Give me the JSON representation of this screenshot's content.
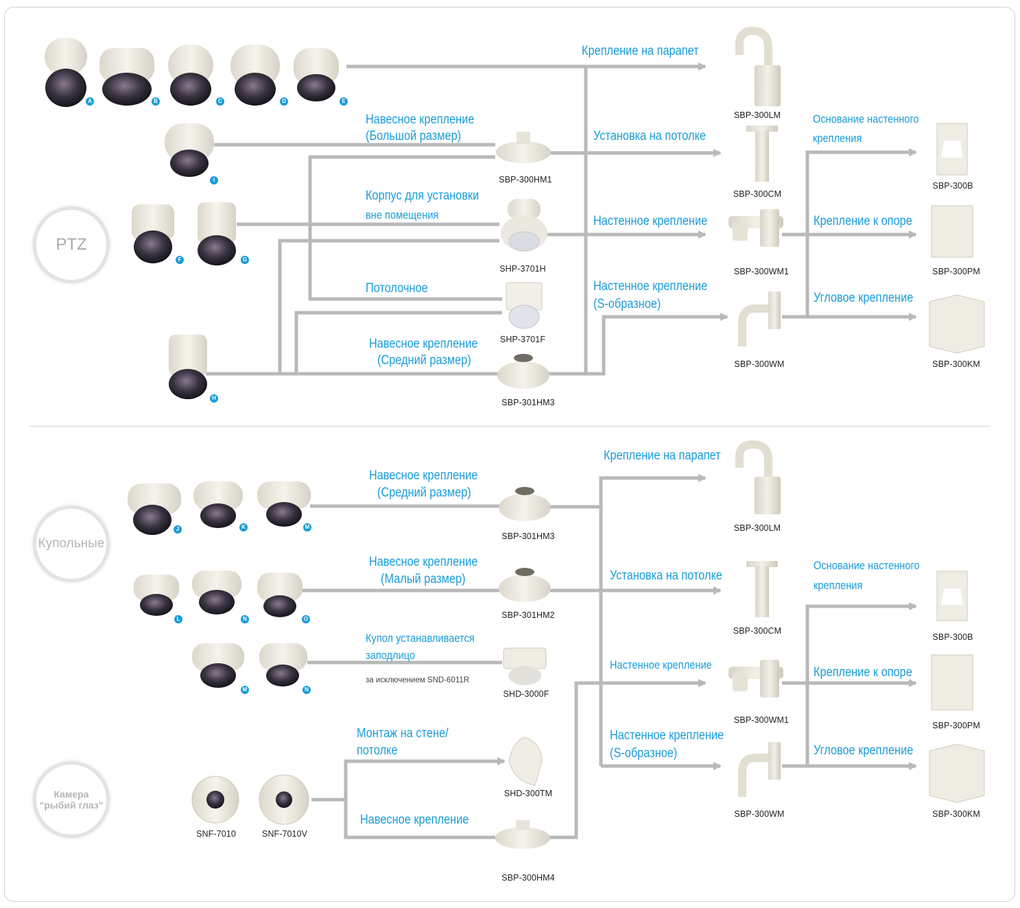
{
  "categories": {
    "ptz": "PTZ",
    "dome": "Купольные",
    "fisheye_line1": "Камера",
    "fisheye_line2": "\"рыбий глаз\""
  },
  "badges": {
    "a": "A",
    "b": "B",
    "c": "C",
    "d": "D",
    "e": "E",
    "i": "I",
    "f": "F",
    "g": "G",
    "h": "H",
    "j": "J",
    "k": "K",
    "m1": "M",
    "l": "L",
    "n1": "N",
    "o": "O",
    "m2": "M",
    "n2": "N"
  },
  "top": {
    "labels": {
      "parapet": "Крепление на парапет",
      "hanging_large_1": "Навесное крепление",
      "hanging_large_2": "(Большой размер)",
      "ceiling_mount": "Установка на потолке",
      "wall_base_1": "Основание настенного",
      "wall_base_2": "крепления",
      "outdoor_1": "Корпус для установки",
      "outdoor_2": "вне помещения",
      "wall_mount": "Настенное крепление",
      "pole_mount": "Крепление к опоре",
      "ceiling": "Потолочное",
      "wall_s_1": "Настенное крепление",
      "wall_s_2": "(S-образное)",
      "corner": "Угловое крепление",
      "hanging_medium_1": "Навесное крепление",
      "hanging_medium_2": "(Средний размер)"
    },
    "codes": {
      "lm": "SBP-300LM",
      "cm": "SBP-300CM",
      "b": "SBP-300B",
      "hm1": "SBP-300HM1",
      "wm1": "SBP-300WM1",
      "pm": "SBP-300PM",
      "h3701": "SHP-3701H",
      "f3701": "SHP-3701F",
      "wm": "SBP-300WM",
      "km": "SBP-300KM",
      "hm3": "SBP-301HM3"
    }
  },
  "bottom": {
    "labels": {
      "parapet": "Крепление на парапет",
      "hanging_medium_1": "Навесное крепление",
      "hanging_medium_2": "(Средний размер)",
      "hanging_small_1": "Навесное крепление",
      "hanging_small_2": "(Малый размер)",
      "ceiling_mount": "Установка на потолке",
      "wall_base_1": "Основание настенного",
      "wall_base_2": "крепления",
      "flush_1": "Купол устанавливается",
      "flush_2": "заподлицо",
      "flush_note": "за исключением SND-6011R",
      "wall_mount": "Настенное крепление",
      "pole_mount": "Крепление к опоре",
      "wall_ceiling_1": "Монтаж на стене/",
      "wall_ceiling_2": "потолке",
      "wall_s_1": "Настенное крепление",
      "wall_s_2": "(S-образное)",
      "corner": "Угловое крепление",
      "hanging": "Навесное крепление"
    },
    "codes": {
      "hm3": "SBP-301HM3",
      "lm": "SBP-300LM",
      "hm2": "SBP-301HM2",
      "cm": "SBP-300CM",
      "b": "SBP-300B",
      "f3000": "SHD-3000F",
      "wm1": "SBP-300WM1",
      "pm": "SBP-300PM",
      "tm": "SHD-300TM",
      "wm": "SBP-300WM",
      "km": "SBP-300KM",
      "hm4": "SBP-300HM4",
      "snf7010": "SNF-7010",
      "snf7010v": "SNF-7010V"
    }
  },
  "colors": {
    "connector": "#b9b9b9",
    "label": "#1a9cd8",
    "badge": "#1a9cd8",
    "circle_text": "#b5b5b5",
    "camera_body": "#eeeae0",
    "lens": "#3a3640"
  }
}
